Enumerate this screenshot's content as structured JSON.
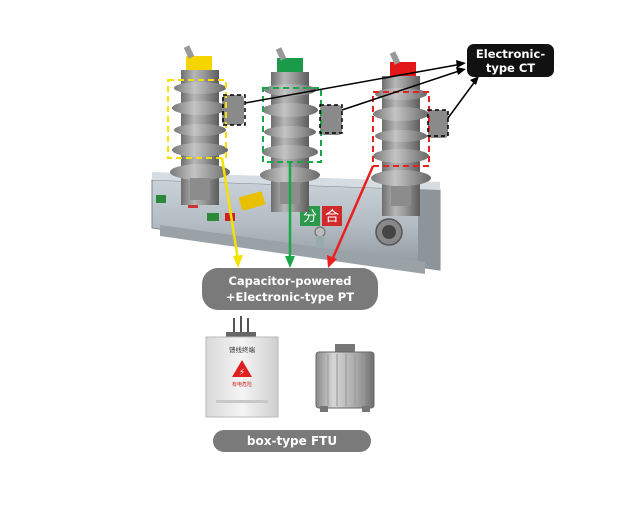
{
  "labels": {
    "ct": {
      "line1": "Electronic-",
      "line2": "type CT"
    },
    "pt": {
      "line1": "Capacitor-powered",
      "line2": "+Electronic-type PT"
    },
    "ftu": "box-type FTU"
  },
  "breaker_panel": {
    "open_mark": "分",
    "close_mark": "合"
  },
  "ftu_box": {
    "title": "馈线终端",
    "warning": "有电危险"
  },
  "colors": {
    "pole_a": "#f5e000",
    "pole_b": "#18a848",
    "pole_c": "#e82020",
    "ct_marker": "#000000",
    "label_fill": "#7a7a7a",
    "ct_label_fill": "#111111"
  }
}
